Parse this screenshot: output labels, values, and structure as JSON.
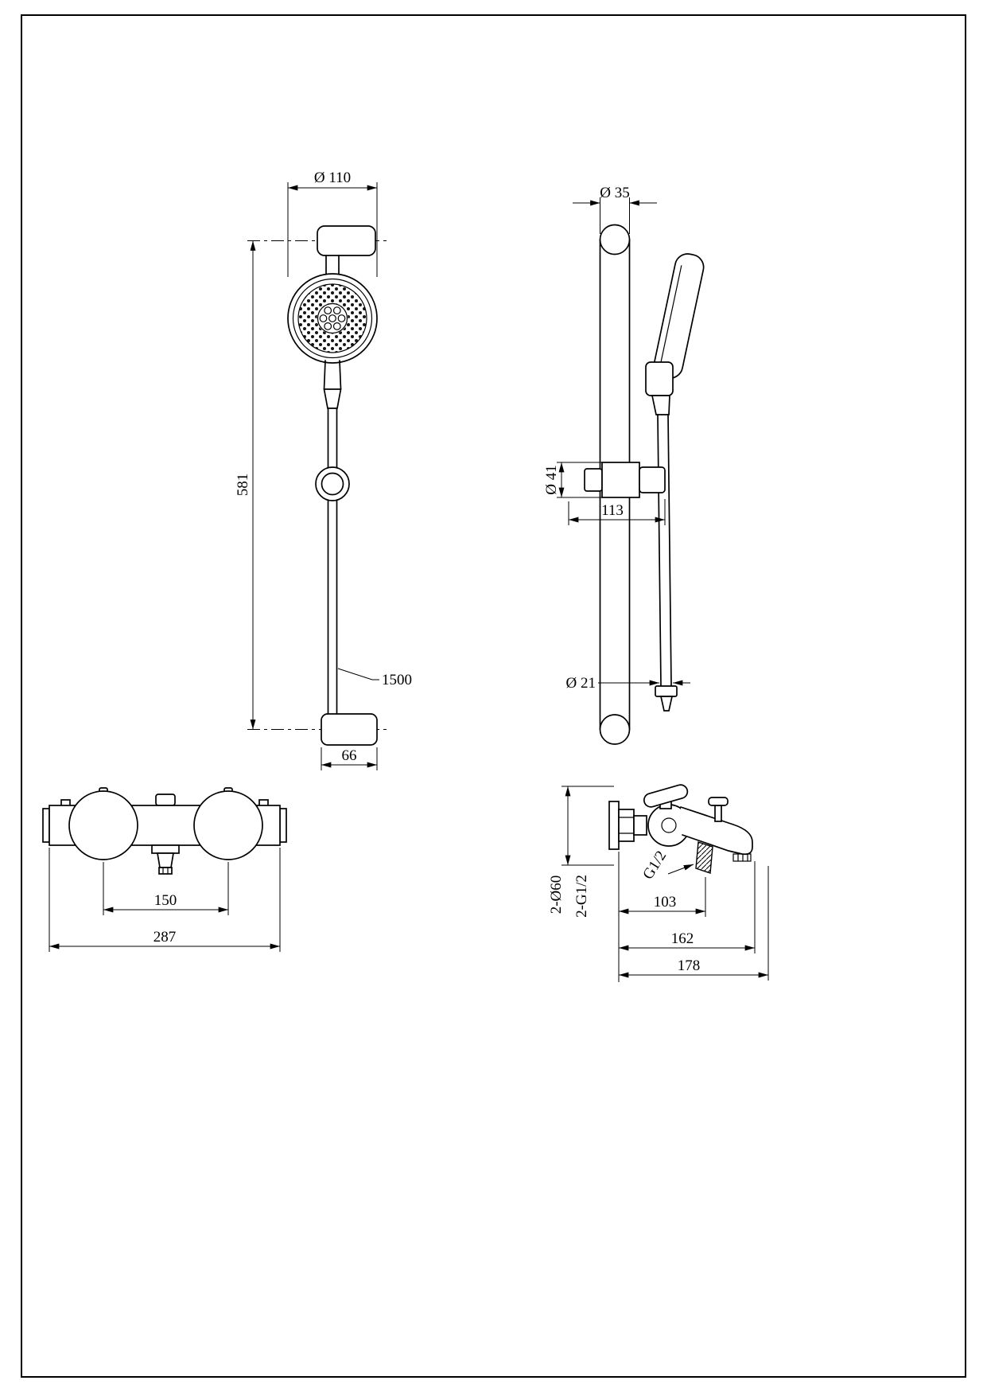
{
  "sheet": {
    "background_color": "#ffffff",
    "line_color": "#000000"
  },
  "views": {
    "rail_front": {
      "dims": {
        "head_diameter": "Ø 110",
        "rail_length": "581",
        "hose_length": "1500",
        "bracket_width": "66"
      }
    },
    "rail_side": {
      "dims": {
        "tube_diameter": "Ø 35",
        "holder_diameter": "Ø 41",
        "holder_offset": "113",
        "hose_diameter": "Ø 21"
      }
    },
    "mixer_front": {
      "dims": {
        "handle_spacing": "150",
        "overall_width": "287"
      }
    },
    "mixer_side": {
      "dims": {
        "escutcheon": "2-Ø60",
        "inlet_thread": "2-G1/2",
        "outlet_thread": "G1/2",
        "wall_to_outlet": "103",
        "wall_to_spout": "162",
        "overall_depth": "178"
      }
    }
  }
}
